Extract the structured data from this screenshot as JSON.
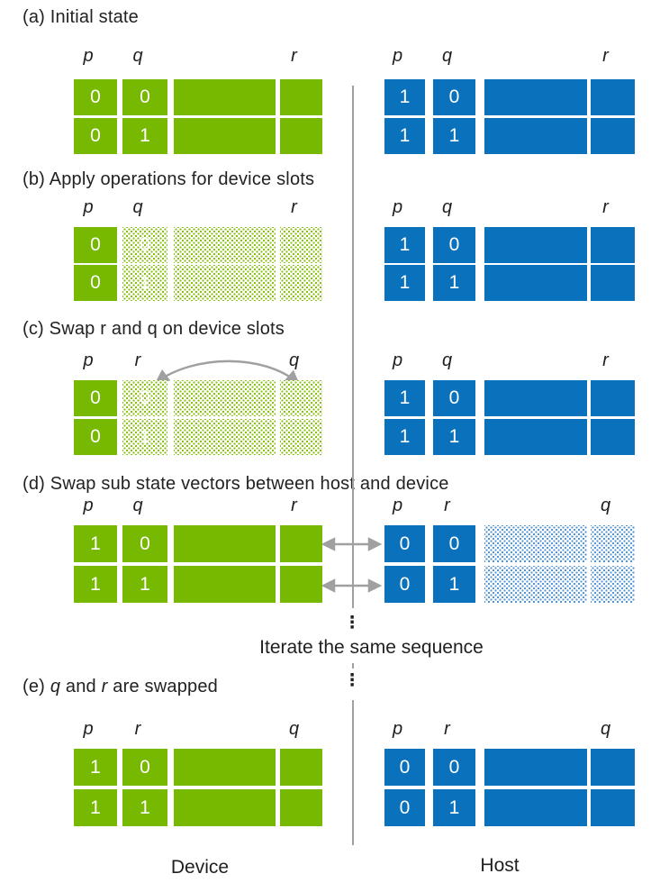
{
  "palette": {
    "device_green": "#76b900",
    "host_blue": "#0a71bc",
    "hatch_green_dot": "#86bf0e",
    "hatch_blue_dot": "#4f93d4",
    "arrow_gray": "#a0a0a0",
    "divider_gray": "#a0a0a0",
    "text": "#222222",
    "cell_text": "#ffffff"
  },
  "middle": {
    "ellipsis_top": "⋮",
    "caption": "Iterate the same sequence",
    "ellipsis_bottom": "⋮"
  },
  "footer": {
    "device": "Device",
    "host": "Host"
  },
  "sections": [
    {
      "id": "a",
      "title": "(a) Initial state",
      "italic_terms": [],
      "device": {
        "labels": [
          "p",
          "q",
          "r"
        ],
        "col_styles": [
          "solid",
          "solid",
          "solid",
          "solid"
        ],
        "values": [
          [
            "0",
            "0"
          ],
          [
            "0",
            "1"
          ]
        ]
      },
      "host": {
        "labels": [
          "p",
          "q",
          "r"
        ],
        "col_styles": [
          "solid",
          "solid",
          "solid",
          "solid"
        ],
        "values": [
          [
            "1",
            "0"
          ],
          [
            "1",
            "1"
          ]
        ]
      },
      "swap_arc": false,
      "transfer_arrows": false
    },
    {
      "id": "b",
      "title": "(b) Apply operations for device slots",
      "italic_terms": [],
      "device": {
        "labels": [
          "p",
          "q",
          "r"
        ],
        "col_styles": [
          "solid",
          "hatch",
          "hatch",
          "hatch"
        ],
        "values": [
          [
            "0",
            "0"
          ],
          [
            "0",
            "1"
          ]
        ]
      },
      "host": {
        "labels": [
          "p",
          "q",
          "r"
        ],
        "col_styles": [
          "solid",
          "solid",
          "solid",
          "solid"
        ],
        "values": [
          [
            "1",
            "0"
          ],
          [
            "1",
            "1"
          ]
        ]
      },
      "swap_arc": false,
      "transfer_arrows": false
    },
    {
      "id": "c",
      "title": "(c) Swap r and q on device slots",
      "italic_terms": [],
      "device": {
        "labels": [
          "p",
          "r",
          "q"
        ],
        "col_styles": [
          "solid",
          "hatch",
          "hatch",
          "hatch"
        ],
        "values": [
          [
            "0",
            "0"
          ],
          [
            "0",
            "1"
          ]
        ]
      },
      "host": {
        "labels": [
          "p",
          "q",
          "r"
        ],
        "col_styles": [
          "solid",
          "solid",
          "solid",
          "solid"
        ],
        "values": [
          [
            "1",
            "0"
          ],
          [
            "1",
            "1"
          ]
        ]
      },
      "swap_arc": true,
      "transfer_arrows": false
    },
    {
      "id": "d",
      "title": "(d) Swap sub state vectors between host and device",
      "italic_terms": [],
      "device": {
        "labels": [
          "p",
          "q",
          "r"
        ],
        "col_styles": [
          "solid",
          "solid",
          "solid",
          "solid"
        ],
        "values": [
          [
            "1",
            "0"
          ],
          [
            "1",
            "1"
          ]
        ]
      },
      "host": {
        "labels": [
          "p",
          "r",
          "q"
        ],
        "col_styles": [
          "solid",
          "solid",
          "hatch",
          "hatch"
        ],
        "values": [
          [
            "0",
            "0"
          ],
          [
            "0",
            "1"
          ]
        ]
      },
      "swap_arc": false,
      "transfer_arrows": true
    },
    {
      "id": "e",
      "title": "(e) q and r are swapped",
      "italic_terms": [
        "q",
        "r"
      ],
      "device": {
        "labels": [
          "p",
          "r",
          "q"
        ],
        "col_styles": [
          "solid",
          "solid",
          "solid",
          "solid"
        ],
        "values": [
          [
            "1",
            "0"
          ],
          [
            "1",
            "1"
          ]
        ]
      },
      "host": {
        "labels": [
          "p",
          "r",
          "q"
        ],
        "col_styles": [
          "solid",
          "solid",
          "solid",
          "solid"
        ],
        "values": [
          [
            "0",
            "0"
          ],
          [
            "0",
            "1"
          ]
        ]
      },
      "swap_arc": false,
      "transfer_arrows": false
    }
  ]
}
